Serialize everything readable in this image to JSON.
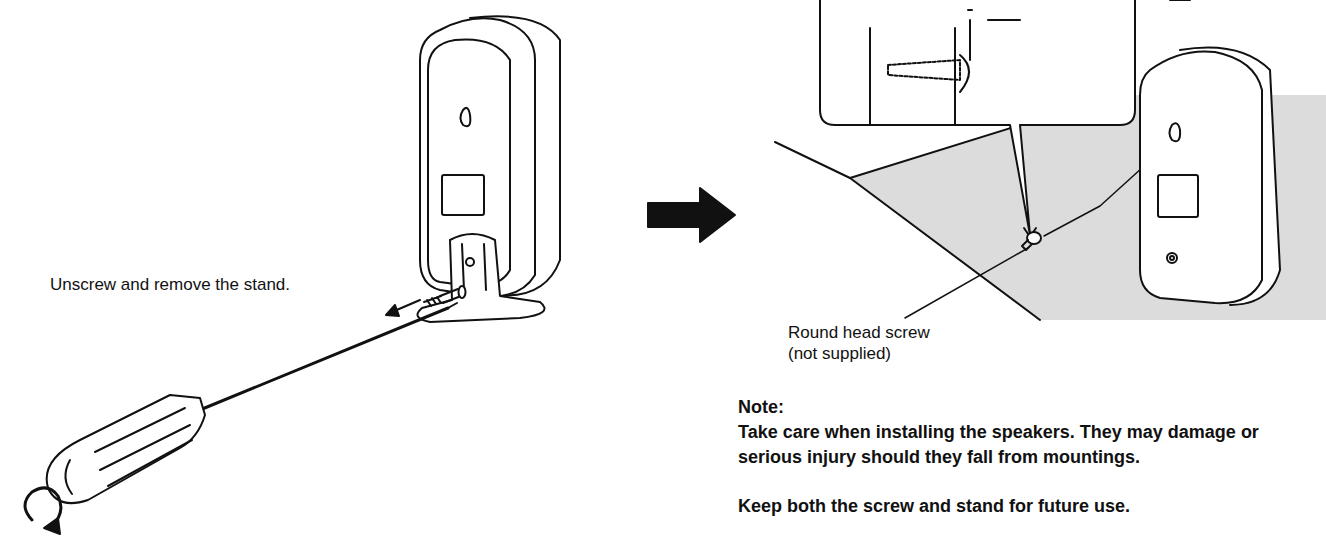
{
  "diagram": {
    "labels": [
      "Unscrew and remove the stand.",
      "Round head screw",
      "(not supplied)",
      "Note:",
      "Take care when installing the speakers. They may damage or serious injury should they fall from mountings.",
      "Keep both the screw and stand for future use."
    ]
  }
}
